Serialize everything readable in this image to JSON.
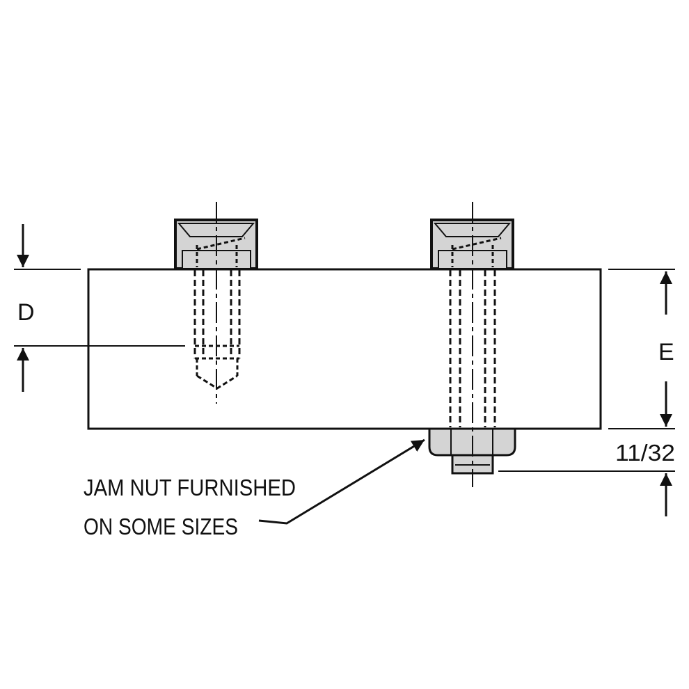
{
  "labels": {
    "d": "D",
    "e": "E",
    "fraction": "11/32",
    "note_line1": "JAM NUT FURNISHED",
    "note_line2": "ON SOME SIZES"
  },
  "colors": {
    "stroke": "#111111",
    "part_fill": "#d4d4d4",
    "background": "#ffffff"
  }
}
